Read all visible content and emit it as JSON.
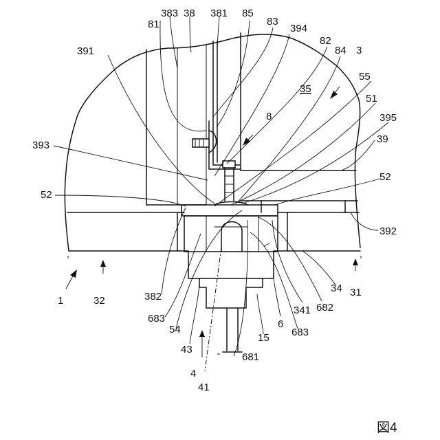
{
  "figure": {
    "caption": "図4",
    "underlined_label": "35"
  },
  "labels": {
    "l383": "383",
    "l38": "38",
    "l381": "381",
    "l85": "85",
    "l81": "81",
    "l83": "83",
    "l394": "394",
    "l82": "82",
    "l84": "84",
    "l3": "3",
    "l391": "391",
    "l55": "55",
    "l51": "51",
    "l395": "395",
    "l8": "8",
    "l39": "39",
    "l393": "393",
    "l52a": "52",
    "l52b": "52",
    "l392": "392",
    "l1": "1",
    "l32": "32",
    "l31": "31",
    "l34": "34",
    "l382": "382",
    "l341": "341",
    "l682": "682",
    "l683a": "683",
    "l683b": "683",
    "l54": "54",
    "l6": "6",
    "l15": "15",
    "l43": "43",
    "l681": "681",
    "l4": "4",
    "l41": "41"
  }
}
